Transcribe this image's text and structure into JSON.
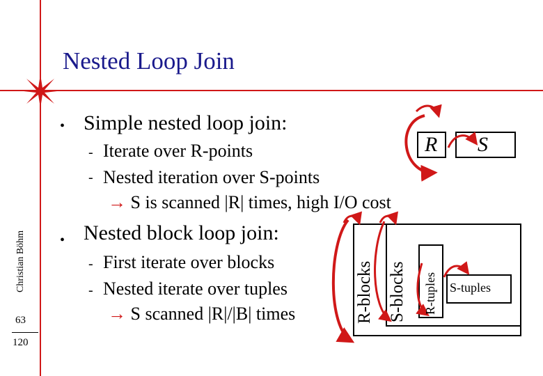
{
  "title": "Nested Loop Join",
  "sidebar": {
    "author": "Christian Böhm",
    "page_number": "63",
    "page_total": "120"
  },
  "bullet_glyph": "•",
  "dash_glyph": "-",
  "arrow_glyph": "→",
  "section1": {
    "heading": "Simple nested loop join:",
    "items": [
      "Iterate over R-points",
      "Nested iteration over S-points"
    ],
    "result": "S is scanned |R| times, high I/O cost"
  },
  "section2": {
    "heading": "Nested block loop join:",
    "items": [
      "First iterate over blocks",
      "Nested iterate over tuples"
    ],
    "result": "S scanned |R|/|B| times"
  },
  "diagram1": {
    "r_label": "R",
    "s_label": "S"
  },
  "diagram2": {
    "r_blocks_label": "R-blocks",
    "s_blocks_label": "S-blocks",
    "r_tuples_label": "R-tuples",
    "s_tuples_label": "S-tuples"
  },
  "colors": {
    "accent_red": "#d01818",
    "title_blue": "#1a1a8c"
  }
}
